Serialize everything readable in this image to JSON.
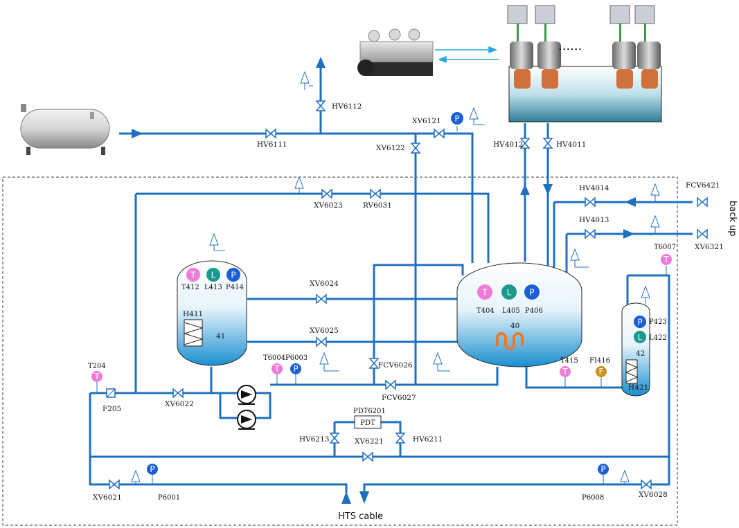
{
  "colors": {
    "pipe": "#1f6fbf",
    "temperature": "#f07ad8",
    "level": "#1a9a8a",
    "pressure": "#1a5fd6",
    "flow": "#c9921a",
    "heater_coil": "#e87a2a",
    "boundary": "#333333"
  },
  "icons": {
    "storage_tank": "horizontal-gas-storage-tank-icon",
    "cryocooler": "chiller-unit-icon",
    "cold_head": "cryocooler-cold-head-icon",
    "pump": "circulation-pump-icon",
    "valve": "gate-valve-icon",
    "safety_valve": "pressure-relief-valve-icon",
    "filter": "filter-icon",
    "heat_exchanger": "heat-exchanger-coil-icon",
    "heater": "electric-heater-icon"
  },
  "ellipsis": "......",
  "valves": {
    "hv6111": "HV6111",
    "hv6112": "HV6112",
    "xv6121": "XV6121",
    "xv6122": "XV6122",
    "hv4012": "HV4012",
    "hv4011": "HV4011",
    "xv6023": "XV6023",
    "rv6031": "RV6031",
    "hv4014": "HV4014",
    "hv4013": "HV4013",
    "fcv6421": "FCV6421",
    "xv6321": "XV6321",
    "xv6024": "XV6024",
    "xv6025": "XV6025",
    "fcv6026": "FCV6026",
    "fcv6027": "FCV6027",
    "xv6022": "XV6022",
    "hv6213": "HV6213",
    "hv6211": "HV6211",
    "xv6221": "XV6221",
    "xv6021": "XV6021",
    "xv6028": "XV6028"
  },
  "instruments": {
    "t412": "T412",
    "l413": "L413",
    "p414": "P414",
    "t404": "T404",
    "l405": "L405",
    "p406": "P406",
    "t6004": "T6004",
    "p6003": "P6003",
    "t204": "T204",
    "t415": "T415",
    "fi416": "FI416",
    "p423": "P423",
    "l422": "L422",
    "t6007": "T6007",
    "p6001": "P6001",
    "p6008": "P6008",
    "pdt6201": "PDT6201",
    "pdt": "PDT"
  },
  "symbols": {
    "t": "T",
    "l": "L",
    "p": "P",
    "f": "F"
  },
  "equipment": {
    "h411": "H411",
    "h421": "H421",
    "vessel41": "41",
    "vessel40": "40",
    "vessel42": "42",
    "f205": "F205"
  },
  "captions": {
    "back_up": "back up",
    "hts_cable": "HTS cable"
  }
}
